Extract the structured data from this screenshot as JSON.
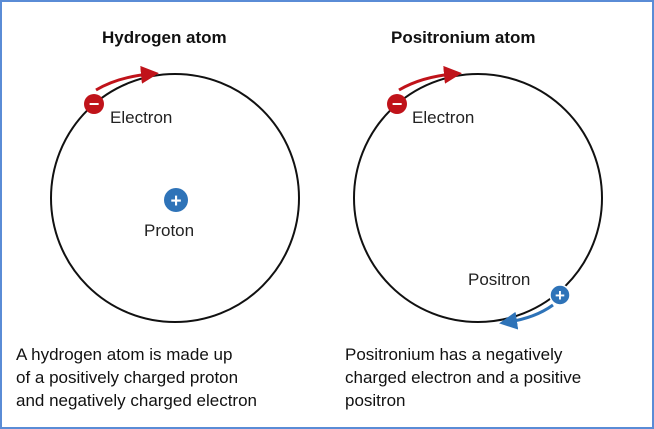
{
  "hydrogen": {
    "title": "Hydrogen atom",
    "electron_label": "Electron",
    "proton_label": "Proton",
    "caption": "A hydrogen atom is made up\nof a positively charged proton\nand negatively charged electron"
  },
  "positronium": {
    "title": "Positronium atom",
    "electron_label": "Electron",
    "positron_label": "Positron",
    "caption": "Positronium has a negatively\ncharged electron and a positive\npositron"
  },
  "symbols": {
    "negative": "−",
    "positive": "+"
  },
  "colors": {
    "electron": "#c0131a",
    "positive": "#2e73b8",
    "orbit": "#111111",
    "frame": "#5a8cd6"
  }
}
